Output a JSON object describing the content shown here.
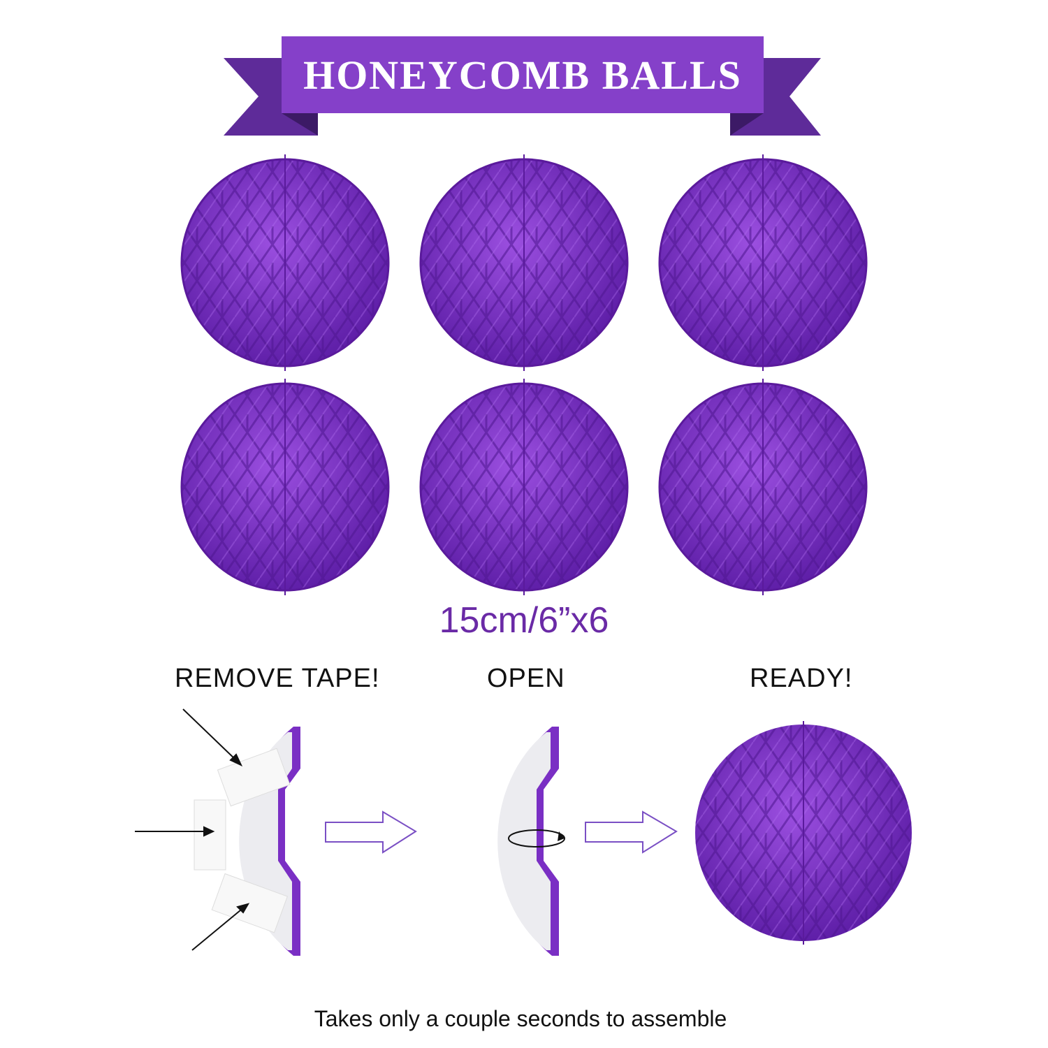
{
  "banner": {
    "title": "HONEYCOMB BALLS",
    "color_main": "#8540c9",
    "color_tail": "#5e2b99"
  },
  "balls": {
    "color": "#7a2fc4",
    "highlight": "#9b4fe0",
    "count_shown": 6,
    "size_label": "15cm/6”x6"
  },
  "steps": [
    {
      "label": "REMOVE TAPE!",
      "icon": "half-ball-with-tape-icon"
    },
    {
      "label": "OPEN",
      "icon": "half-ball-open-icon"
    },
    {
      "label": "READY!",
      "icon": "honeycomb-ball-icon"
    }
  ],
  "caption": "Takes only a couple seconds to assemble"
}
